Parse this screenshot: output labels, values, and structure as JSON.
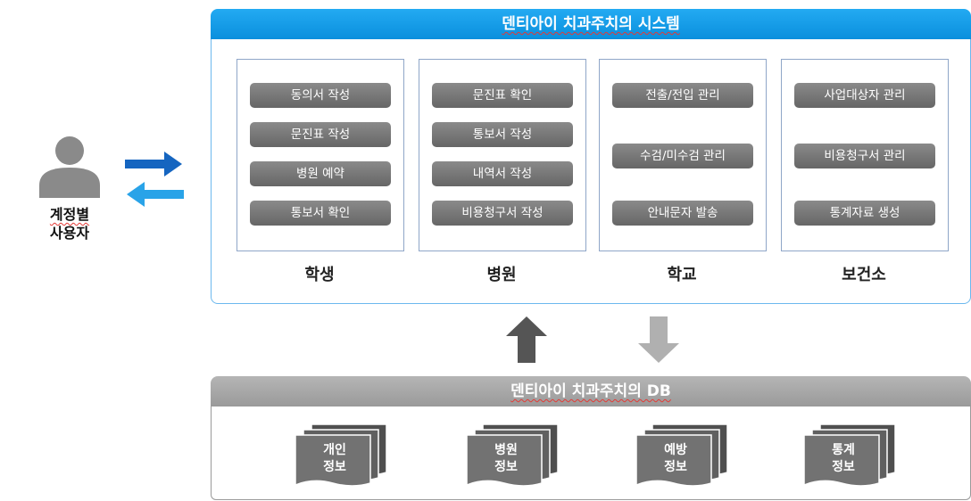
{
  "user": {
    "icon": "person-icon",
    "label_line1": "계정별",
    "label_line2": "사용자"
  },
  "system": {
    "title": "덴티아이 치과주치의 시스템",
    "columns": [
      {
        "label": "학생",
        "items": [
          "동의서 작성",
          "문진표 작성",
          "병원 예약",
          "통보서 확인"
        ]
      },
      {
        "label": "병원",
        "items": [
          "문진표 확인",
          "통보서 작성",
          "내역서 작성",
          "비용청구서 작성"
        ]
      },
      {
        "label": "학교",
        "items": [
          "전출/전입 관리",
          "수검/미수검 관리",
          "안내문자 발송"
        ]
      },
      {
        "label": "보건소",
        "items": [
          "사업대상자 관리",
          "비용청구서 관리",
          "통계자료 생성"
        ]
      }
    ]
  },
  "db": {
    "title": "덴티아이 치과주치의 DB",
    "stores": [
      {
        "line1": "개인",
        "line2": "정보"
      },
      {
        "line1": "병원",
        "line2": "정보"
      },
      {
        "line1": "예방",
        "line2": "정보"
      },
      {
        "line1": "통계",
        "line2": "정보"
      }
    ]
  },
  "colors": {
    "system_header": "#0a8fdd",
    "system_border": "#6cb8ee",
    "pill": "#777777",
    "db_header": "#a6a6a6",
    "doc_stack": "#6b6b6b",
    "arrow_right": "#1565c0",
    "arrow_left": "#29a3e8",
    "arrow_up": "#555555",
    "arrow_down": "#b0b0b0"
  }
}
